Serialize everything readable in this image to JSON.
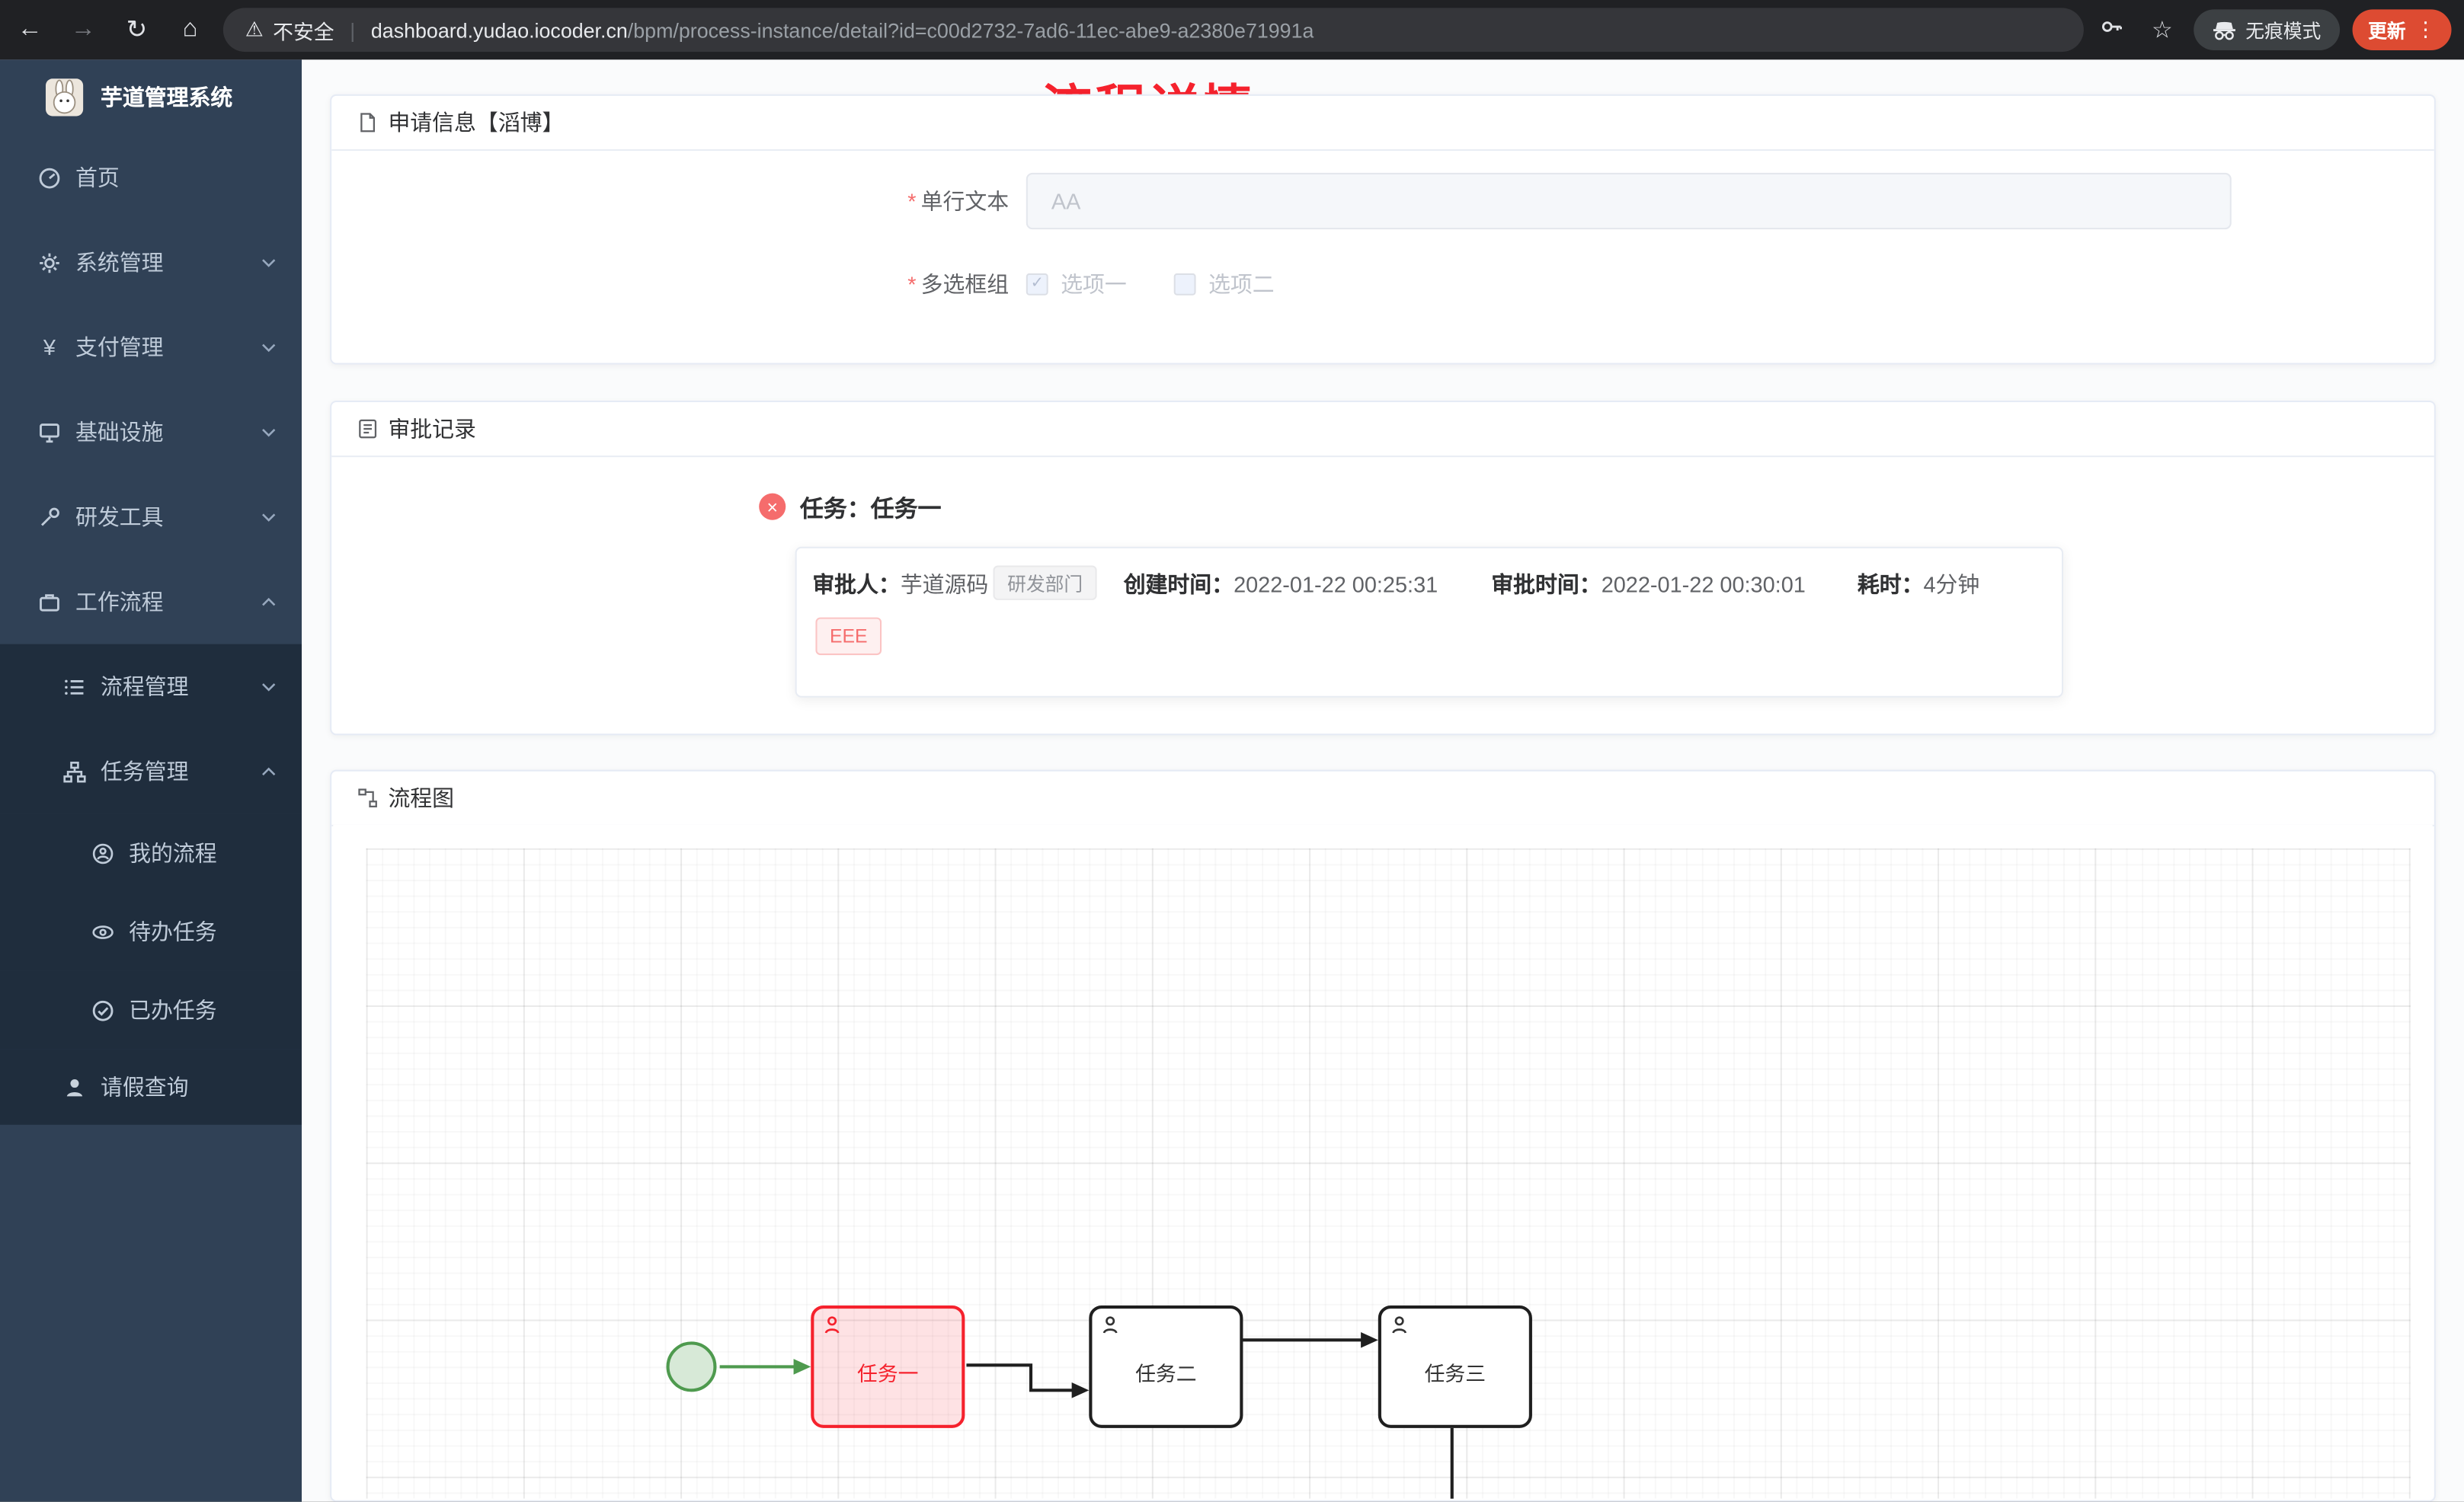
{
  "browser": {
    "security_label": "不安全",
    "separator": "|",
    "url_host": "dashboard.yudao.iocoder.cn",
    "url_path": "/bpm/process-instance/detail?id=c00d2732-7ad6-11ec-abe9-a2380e71991a",
    "incognito_label": "无痕模式",
    "update_label": "更新"
  },
  "icons": {
    "back": "←",
    "forward": "→",
    "reload": "↻",
    "home": "⌂",
    "warning": "⚠",
    "star": "☆",
    "dots": "⋮",
    "check": "✓",
    "close": "×",
    "yen": "¥"
  },
  "sidebar": {
    "app_title": "芋道管理系统",
    "items": [
      {
        "label": "首页"
      },
      {
        "label": "系统管理"
      },
      {
        "label": "支付管理"
      },
      {
        "label": "基础设施"
      },
      {
        "label": "研发工具"
      },
      {
        "label": "工作流程"
      },
      {
        "label": "流程管理"
      },
      {
        "label": "任务管理"
      },
      {
        "label": "我的流程"
      },
      {
        "label": "待办任务"
      },
      {
        "label": "已办任务"
      },
      {
        "label": "请假查询"
      }
    ]
  },
  "page": {
    "title": "流程详情"
  },
  "apply_card": {
    "title": "申请信息【滔博】",
    "required_mark": "*",
    "text_field": {
      "label": "单行文本",
      "value": "AA"
    },
    "checkbox_field": {
      "label": "多选框组",
      "options": [
        {
          "label": "选项一",
          "checked": true
        },
        {
          "label": "选项二",
          "checked": false
        }
      ]
    }
  },
  "approval_card": {
    "title": "审批记录",
    "task_title": "任务：任务一",
    "approver_label": "审批人：",
    "approver_name": "芋道源码",
    "dept_tag": "研发部门",
    "create_label": "创建时间：",
    "create_time": "2022-01-22 00:25:31",
    "approve_label": "审批时间：",
    "approve_time": "2022-01-22 00:30:01",
    "duration_label": "耗时：",
    "duration_value": "4分钟",
    "comment_tag": "EEE"
  },
  "diagram_card": {
    "title": "流程图",
    "nodes": [
      {
        "label": "任务一",
        "state": "current"
      },
      {
        "label": "任务二",
        "state": "normal"
      },
      {
        "label": "任务三",
        "state": "normal"
      }
    ]
  },
  "colors": {
    "accent_red": "#f5222d",
    "flow_green": "#4e9a4e",
    "sidebar_bg": "#304156",
    "submenu_bg": "#1f2d3d",
    "update_pill": "#dd4b32"
  }
}
